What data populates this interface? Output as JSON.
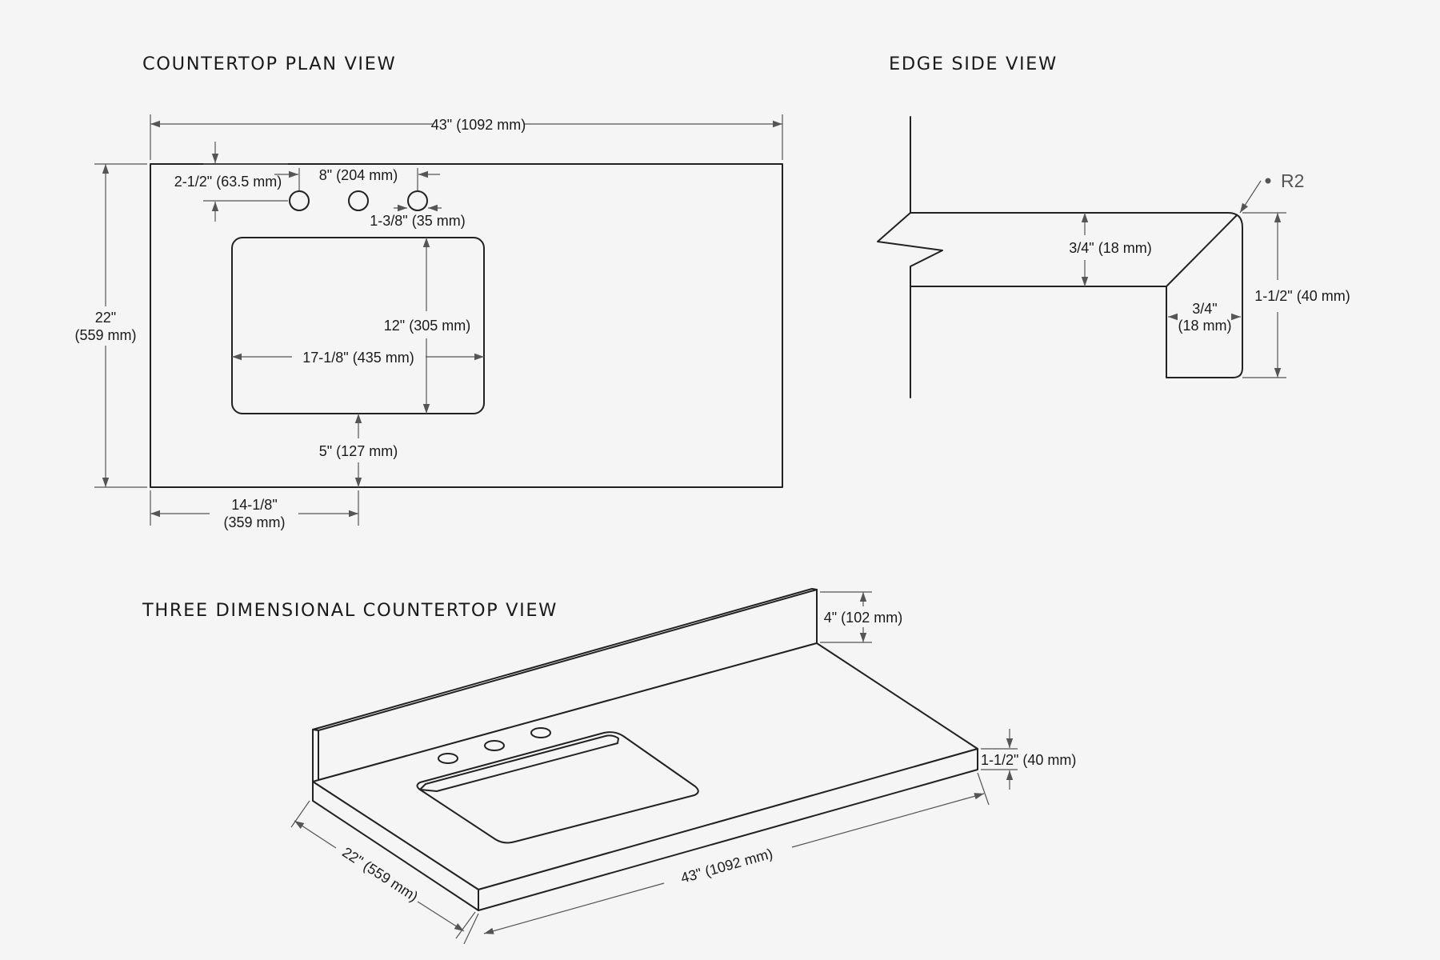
{
  "titles": {
    "plan": "COUNTERTOP PLAN VIEW",
    "edge": "EDGE SIDE VIEW",
    "three_d": "THREE DIMENSIONAL COUNTERTOP VIEW"
  },
  "plan": {
    "overall_width": "43\" (1092 mm)",
    "overall_depth_line1": "22\"",
    "overall_depth_line2": "(559 mm)",
    "faucet_setback": "2-1/2\" (63.5 mm)",
    "faucet_spread": "8\" (204 mm)",
    "hole_diameter": "1-3/8\" (35 mm)",
    "sink_depth": "12\" (305 mm)",
    "sink_width": "17-1/8\" (435 mm)",
    "sink_front_setback": "5\" (127 mm)",
    "sink_center_line1": "14-1/8\"",
    "sink_center_line2": "(359 mm)"
  },
  "edge": {
    "radius": "R2",
    "top_thickness": "3/4\" (18 mm)",
    "edge_height": "1-1/2\" (40 mm)",
    "apron_line1": "3/4\"",
    "apron_line2": "(18 mm)"
  },
  "three_d": {
    "backsplash_height": "4\" (102 mm)",
    "edge_thickness": "1-1/2\" (40 mm)",
    "width": "43\" (1092 mm)",
    "depth": "22\" (559 mm)"
  }
}
